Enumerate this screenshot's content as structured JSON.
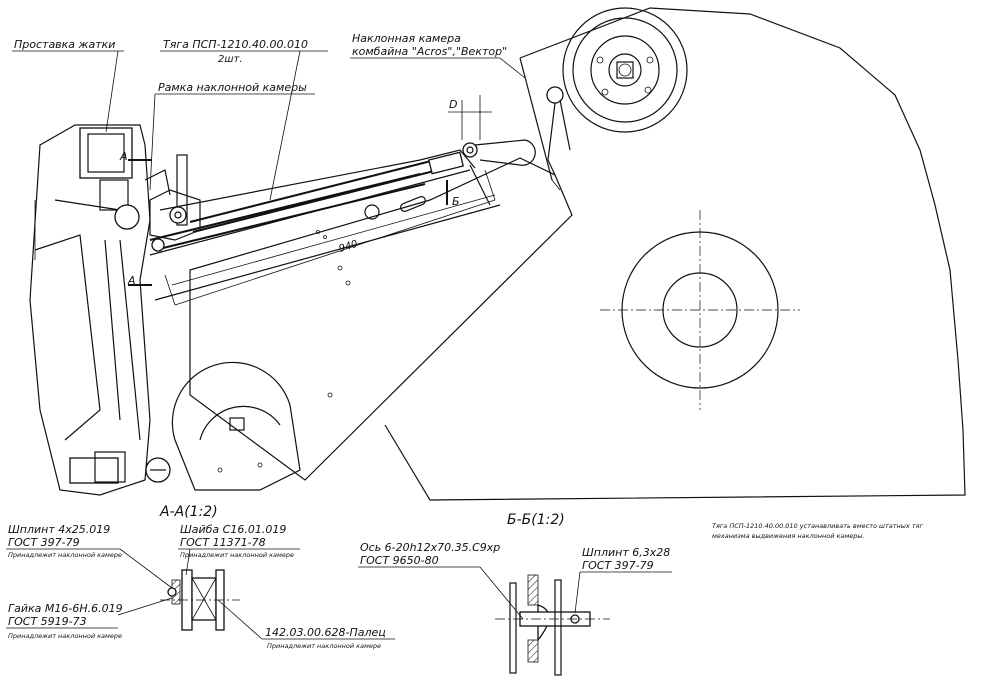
{
  "labels": {
    "spacer": "Проставка жатки",
    "rod": "Тяга ПСП-1210.40.00.010",
    "rod_qty": "2шт.",
    "chamber_frame": "Рамка наклонной камеры",
    "chamber_title_1": "Наклонная камера",
    "chamber_title_2": "комбайна \"Acros\",\"Вектор\"",
    "dim_940": "940",
    "mark_a_top": "A",
    "mark_a_bottom": "A",
    "mark_b": "Б",
    "mark_d": "D",
    "section_aa": "А-А(1:2)",
    "section_bb": "Б-Б(1:2)"
  },
  "note": {
    "line1": "Тяга ПСП-1210.40.00.010  устанавливать вместо штатных тяг",
    "line2": "механизма выдвижения наклонной камеры."
  },
  "section_aa": {
    "cotter": "Шплинт 4х25.019",
    "cotter_std": "ГОСТ 397-79",
    "cotter_note": "Принадлежит наклонной камере",
    "washer": "Шайба С16.01.019",
    "washer_std": "ГОСТ 11371-78",
    "washer_note": "Принадлежит наклонной камере",
    "nut": "Гайка М16-6Н.6.019",
    "nut_std": "ГОСТ 5919-73",
    "nut_note": "Принадлежит наклонной камере",
    "pin": "142.03.00.628-Палец",
    "pin_note": "Принадлежит наклонной камере"
  },
  "section_bb": {
    "axis": "Ось 6-20h12х70.35.С9хр",
    "axis_std": "ГОСТ 9650-80",
    "cotter": "Шплинт 6,3х28",
    "cotter_std": "ГОСТ 397-79"
  }
}
